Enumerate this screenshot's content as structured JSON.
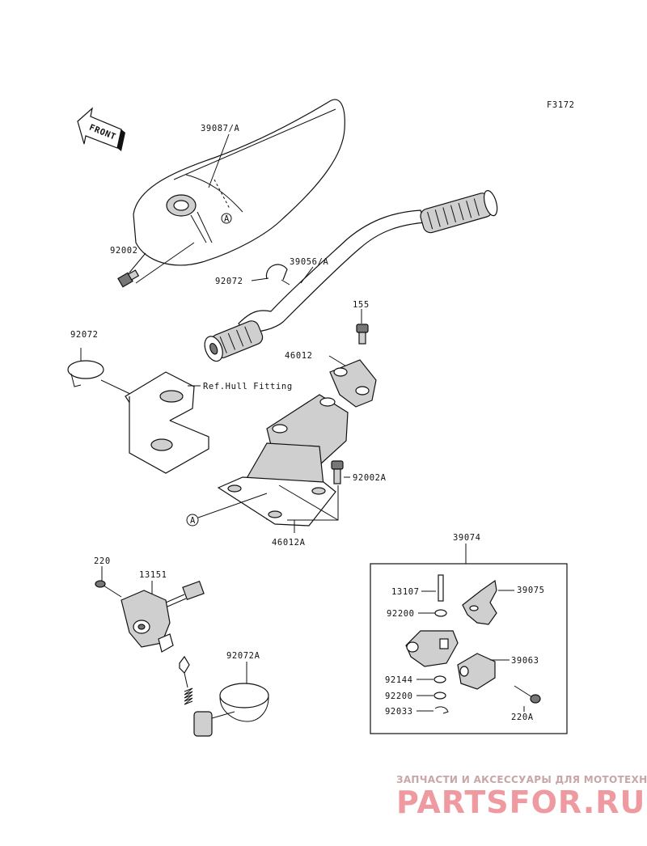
{
  "diagram_code": "F3172",
  "front_label": "FRONT",
  "circle_marker": "A",
  "labels": {
    "cover": "39087/A",
    "cover_bolt": "92002",
    "handlebar": "39056/A",
    "band_small": "92072",
    "band_left": "92072",
    "bolt_155": "155",
    "holder": "46012",
    "ref_hull": "Ref.Hull Fitting",
    "bolt_92002a": "92002A",
    "holder_a": "46012A",
    "assy": "39074",
    "screw_220": "220",
    "switch": "13151",
    "pin": "13107",
    "lever": "39075",
    "washer_1": "92200",
    "washer_2": "92144",
    "washer_3": "92200",
    "clip": "92033",
    "housing": "39063",
    "screw_220a": "220A",
    "band_92072a": "92072A"
  },
  "watermark": {
    "line1": "ЗАПЧАСТИ И АКСЕССУАРЫ ДЛЯ МОТОТЕХНИКИ",
    "logo": "PARTSFOR.RU"
  }
}
